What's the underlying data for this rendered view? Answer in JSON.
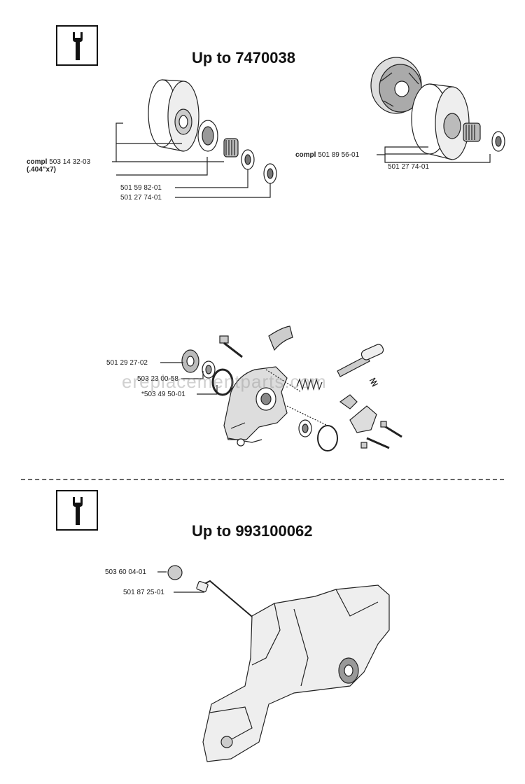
{
  "section1": {
    "title": "Up to 7470038",
    "left_labels": {
      "compl_prefix": "compl",
      "compl_part": "503 14 32-03",
      "compl_size": "(.404\"x7)",
      "part_a": "501 59 82-01",
      "part_b": "501 27 74-01"
    },
    "right_labels": {
      "compl_prefix": "compl",
      "compl_part": "501 89 56-01",
      "part_a": "501 27 74-01"
    }
  },
  "section2": {
    "labels": {
      "part_a": "501 29 27-02",
      "part_b": "503 23 00-58",
      "part_c": "*503 49 50-01"
    },
    "watermark": "ereplacementparts.com"
  },
  "section3": {
    "title": "Up to 993100062",
    "labels": {
      "part_a": "503 60 04-01",
      "part_b": "501 87 25-01"
    }
  },
  "icons": [
    "wrench-icon",
    "wrench-icon"
  ]
}
